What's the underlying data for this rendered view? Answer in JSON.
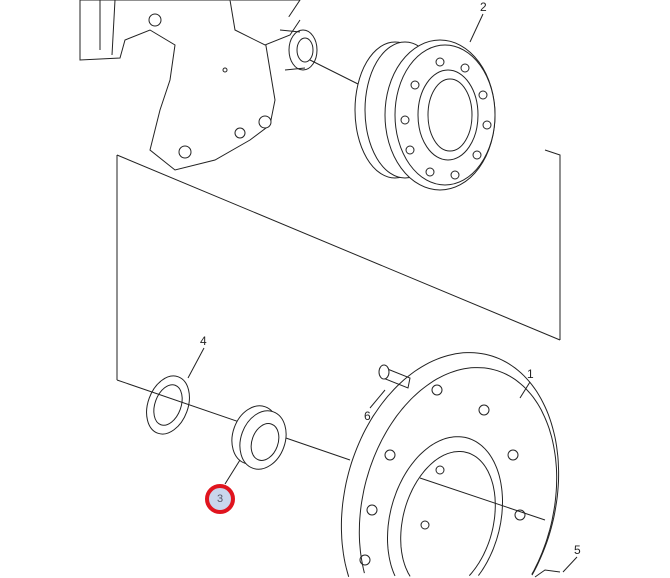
{
  "callouts": {
    "part_1": "1",
    "part_2": "2",
    "part_3": "3",
    "part_4": "4",
    "part_5": "5",
    "part_6": "6"
  },
  "highlighted_part": "3",
  "colors": {
    "highlight_ring": "#e0141e",
    "highlight_fill": "#c9d6ec"
  }
}
